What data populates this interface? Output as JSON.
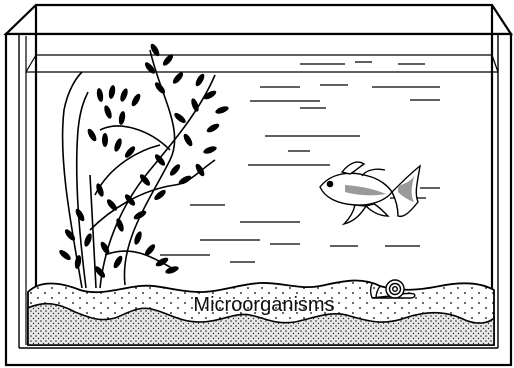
{
  "diagram": {
    "substrate_label": "Microorganisms",
    "parts": {
      "tank": "aquarium-tank",
      "plant": "aquatic-plant",
      "fish": "goldfish",
      "snail": "snail",
      "sand": "sand-layer",
      "gravel": "gravel-layer"
    }
  },
  "colors": {
    "outline": "#000000",
    "background": "#ffffff",
    "fish_shade": "#9a9a9a",
    "gravel_dots": "#333333"
  }
}
